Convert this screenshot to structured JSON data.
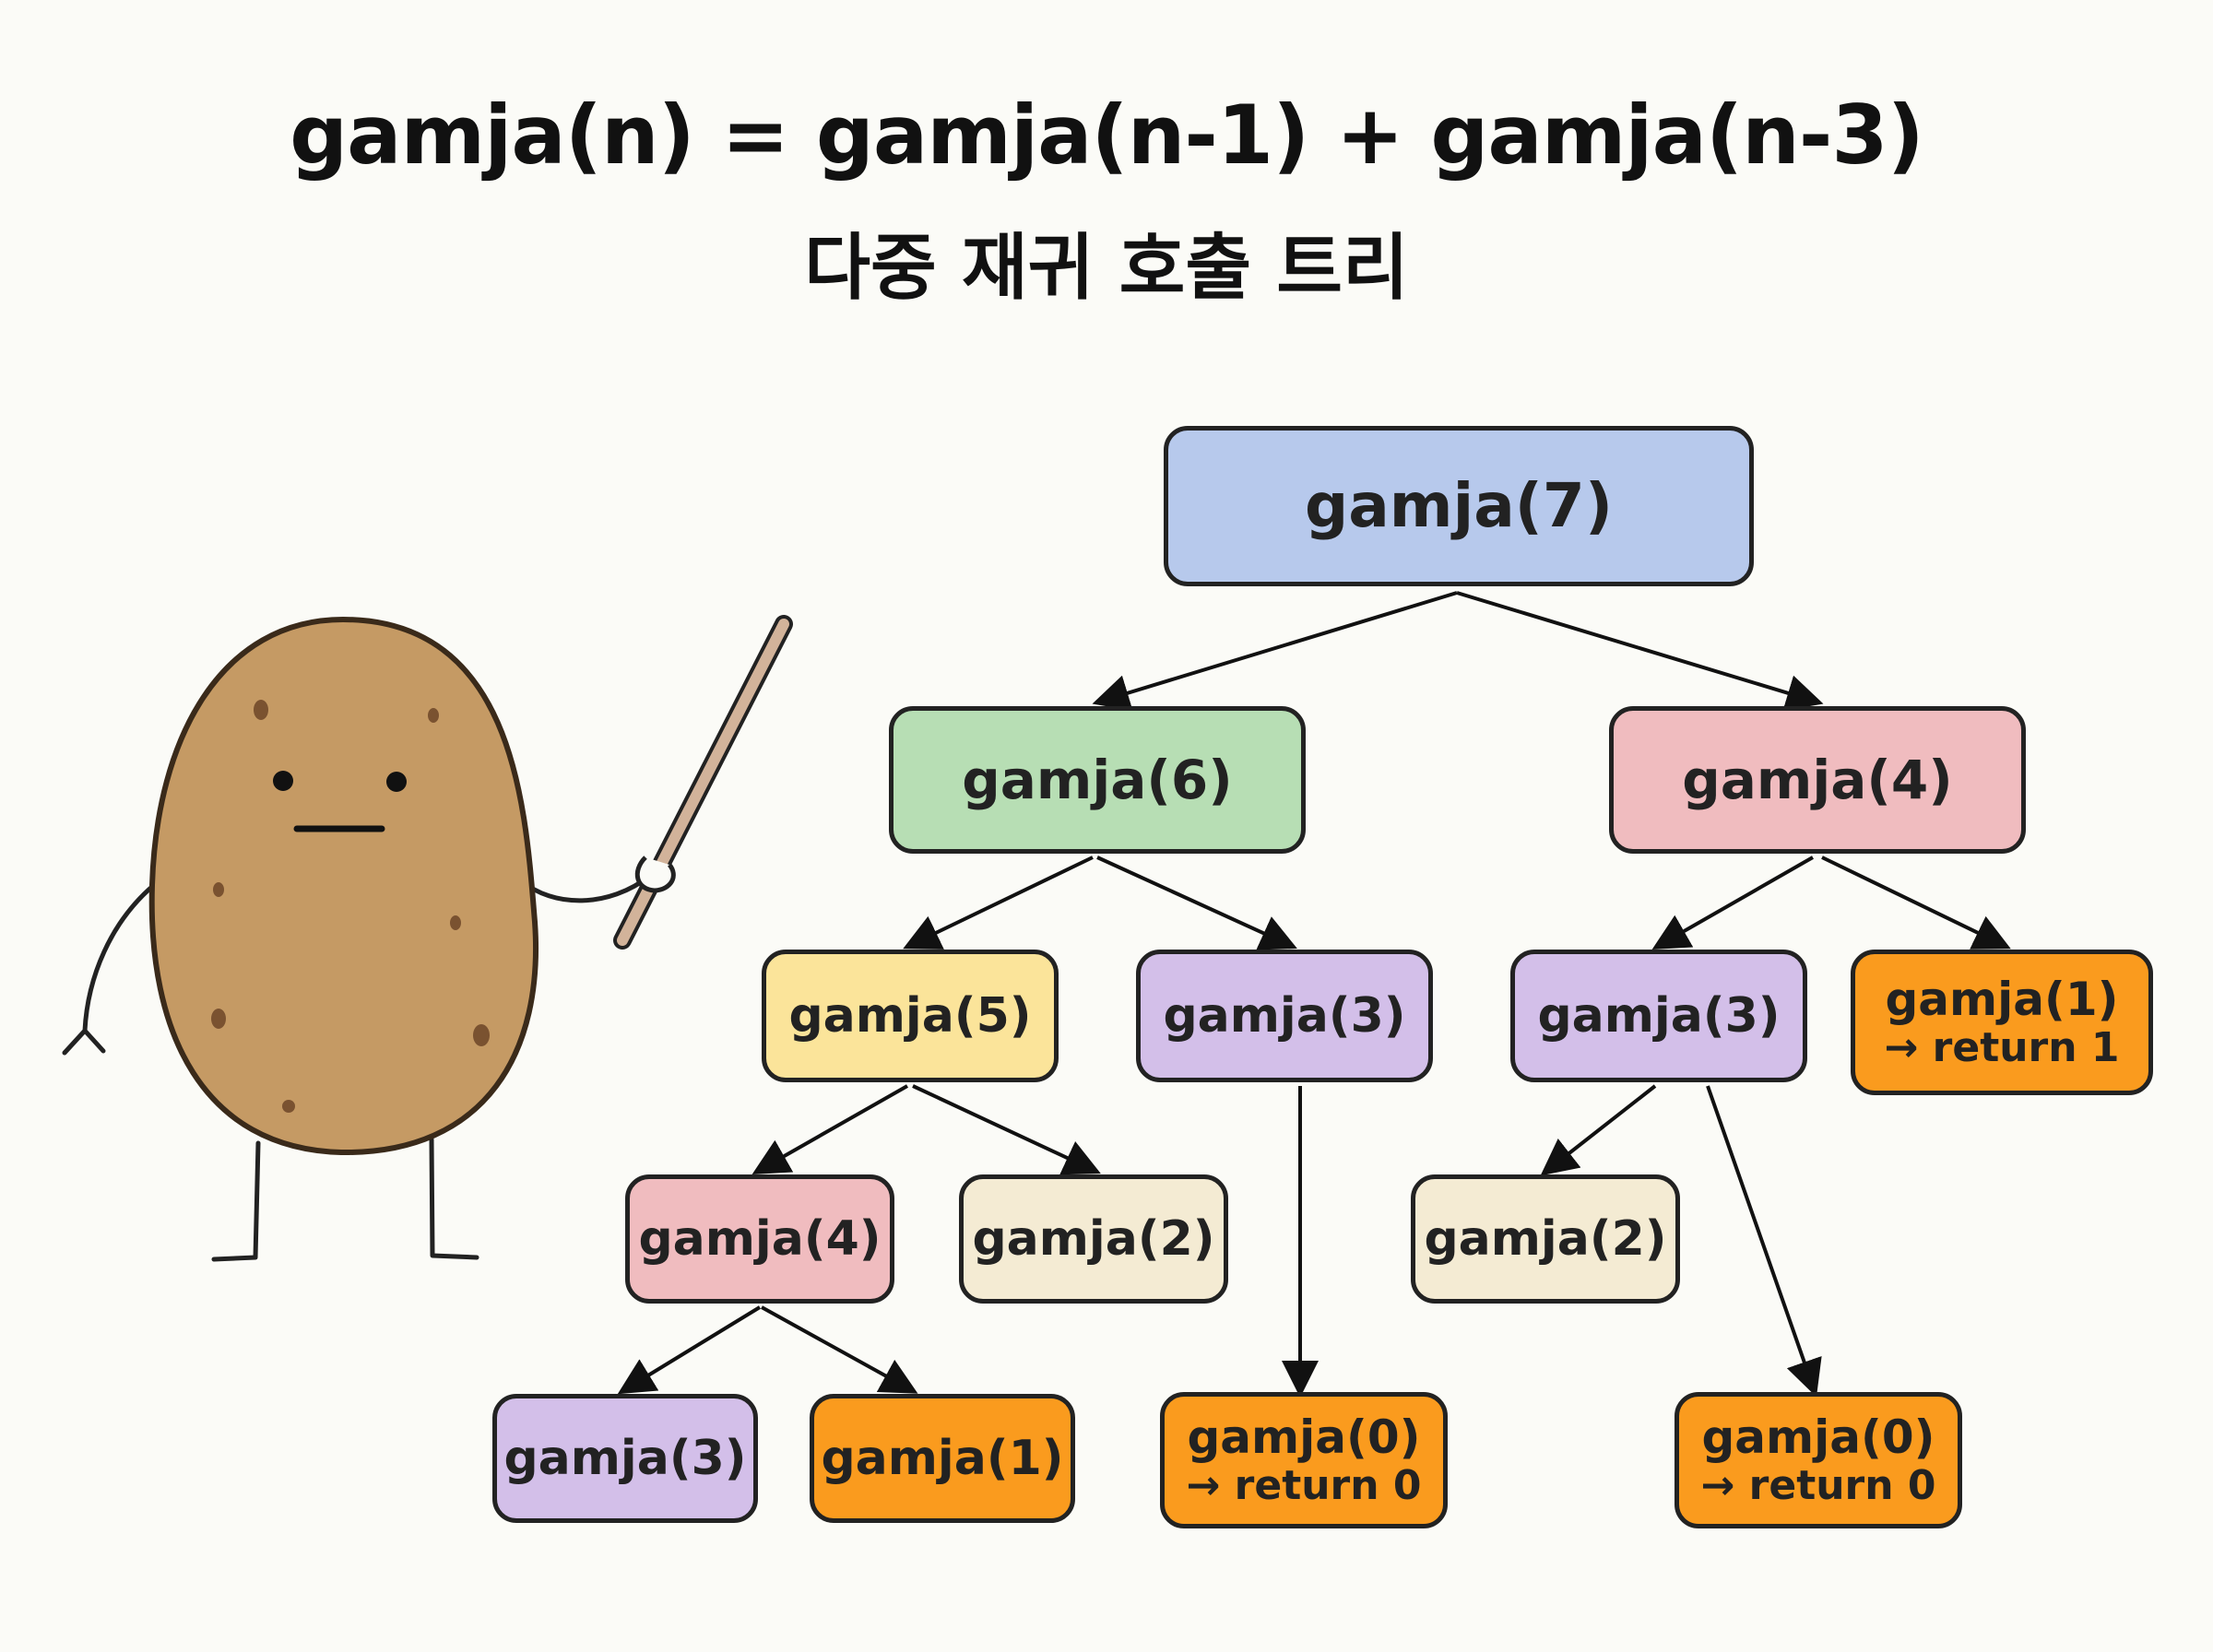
{
  "title": "gamja(n) = gamja(n-1) + gamja(n-3)",
  "subtitle": "다중 재귀 호출 트리",
  "colors": {
    "blue": "#b7c9ec",
    "green": "#b7deb4",
    "pink": "#f0bcbf",
    "yellow": "#fbe49a",
    "purple": "#d3bfe9",
    "cream": "#f4ebd3",
    "orange": "#fa9b1e",
    "potato": "#c59a64",
    "outline": "#222222"
  },
  "nodes": [
    {
      "id": "n7",
      "label": "gamja(7)",
      "color": "blue"
    },
    {
      "id": "n6",
      "label": "gamja(6)",
      "color": "green"
    },
    {
      "id": "n4r",
      "label": "gamja(4)",
      "color": "pink"
    },
    {
      "id": "n5",
      "label": "gamja(5)",
      "color": "yellow"
    },
    {
      "id": "n3a",
      "label": "gamja(3)",
      "color": "purple"
    },
    {
      "id": "n3b",
      "label": "gamja(3)",
      "color": "purple"
    },
    {
      "id": "n1r",
      "label": "gamja(1)",
      "sub": "→ return 1",
      "color": "orange"
    },
    {
      "id": "n4l",
      "label": "gamja(4)",
      "color": "pink"
    },
    {
      "id": "n2a",
      "label": "gamja(2)",
      "color": "cream"
    },
    {
      "id": "n2b",
      "label": "gamja(2)",
      "color": "cream"
    },
    {
      "id": "n3c",
      "label": "gamja(3)",
      "color": "purple"
    },
    {
      "id": "n1a",
      "label": "gamja(1)",
      "color": "orange"
    },
    {
      "id": "n0a",
      "label": "gamja(0)",
      "sub": "→ return 0",
      "color": "orange"
    },
    {
      "id": "n0b",
      "label": "gamja(0)",
      "sub": "→ return 0",
      "color": "orange"
    }
  ],
  "edges": [
    [
      "n7",
      "n6"
    ],
    [
      "n7",
      "n4r"
    ],
    [
      "n6",
      "n5"
    ],
    [
      "n6",
      "n3a"
    ],
    [
      "n4r",
      "n3b"
    ],
    [
      "n4r",
      "n1r"
    ],
    [
      "n5",
      "n4l"
    ],
    [
      "n5",
      "n2a"
    ],
    [
      "n3a",
      "n0a"
    ],
    [
      "n3b",
      "n2b"
    ],
    [
      "n3b",
      "n0b"
    ],
    [
      "n4l",
      "n3c"
    ],
    [
      "n4l",
      "n1a"
    ]
  ],
  "mascot": {
    "icon": "potato-teacher-icon"
  }
}
